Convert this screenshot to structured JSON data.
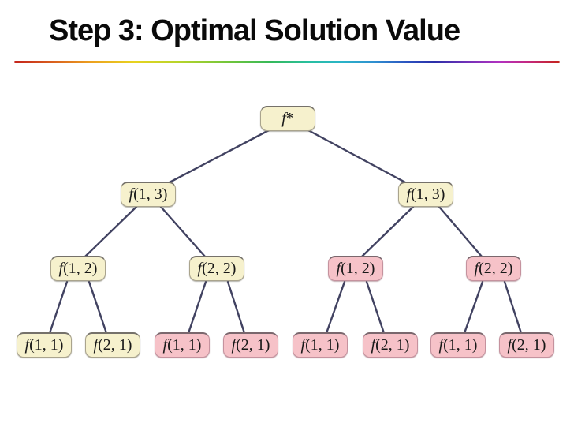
{
  "slide": {
    "title": "Step 3: Optimal Solution Value"
  },
  "colors": {
    "title_text": "#0a0a0a",
    "node_yellow_fill": "#f6f1cd",
    "node_yellow_border": "#aaa48d",
    "node_pink_fill": "#f6c2c8",
    "node_pink_border": "#c5929e",
    "edge_line": "#414261",
    "rainbow_rule": [
      "#c4231b",
      "#eca01f",
      "#e8d31f",
      "#35b95a",
      "#2ab4c8",
      "#2b2fa8",
      "#b231c0",
      "#c4231b"
    ]
  },
  "tree": {
    "description": "Recursion tree of f calls, 4 levels; yellow = new computation, pink = repeated subproblem",
    "nodes": [
      {
        "id": "root",
        "label": "f*",
        "highlight": "yellow",
        "level": 1
      },
      {
        "id": "a",
        "label": "f(1, 3)",
        "highlight": "yellow",
        "level": 2
      },
      {
        "id": "b",
        "label": "f(1, 3)",
        "highlight": "yellow",
        "level": 2
      },
      {
        "id": "a1",
        "label": "f(1, 2)",
        "highlight": "yellow",
        "level": 3
      },
      {
        "id": "a2",
        "label": "f(2, 2)",
        "highlight": "yellow",
        "level": 3
      },
      {
        "id": "b1",
        "label": "f(1, 2)",
        "highlight": "pink",
        "level": 3
      },
      {
        "id": "b2",
        "label": "f(2, 2)",
        "highlight": "pink",
        "level": 3
      },
      {
        "id": "a1x",
        "label": "f(1, 1)",
        "highlight": "yellow",
        "level": 4
      },
      {
        "id": "a1y",
        "label": "f(2, 1)",
        "highlight": "yellow",
        "level": 4
      },
      {
        "id": "a2x",
        "label": "f(1, 1)",
        "highlight": "pink",
        "level": 4
      },
      {
        "id": "a2y",
        "label": "f(2, 1)",
        "highlight": "pink",
        "level": 4
      },
      {
        "id": "b1x",
        "label": "f(1, 1)",
        "highlight": "pink",
        "level": 4
      },
      {
        "id": "b1y",
        "label": "f(2, 1)",
        "highlight": "pink",
        "level": 4
      },
      {
        "id": "b2x",
        "label": "f(1, 1)",
        "highlight": "pink",
        "level": 4
      },
      {
        "id": "b2y",
        "label": "f(2, 1)",
        "highlight": "pink",
        "level": 4
      }
    ],
    "edges": [
      [
        "root",
        "a"
      ],
      [
        "root",
        "b"
      ],
      [
        "a",
        "a1"
      ],
      [
        "a",
        "a2"
      ],
      [
        "b",
        "b1"
      ],
      [
        "b",
        "b2"
      ],
      [
        "a1",
        "a1x"
      ],
      [
        "a1",
        "a1y"
      ],
      [
        "a2",
        "a2x"
      ],
      [
        "a2",
        "a2y"
      ],
      [
        "b1",
        "b1x"
      ],
      [
        "b1",
        "b1y"
      ],
      [
        "b2",
        "b2x"
      ],
      [
        "b2",
        "b2y"
      ]
    ]
  }
}
